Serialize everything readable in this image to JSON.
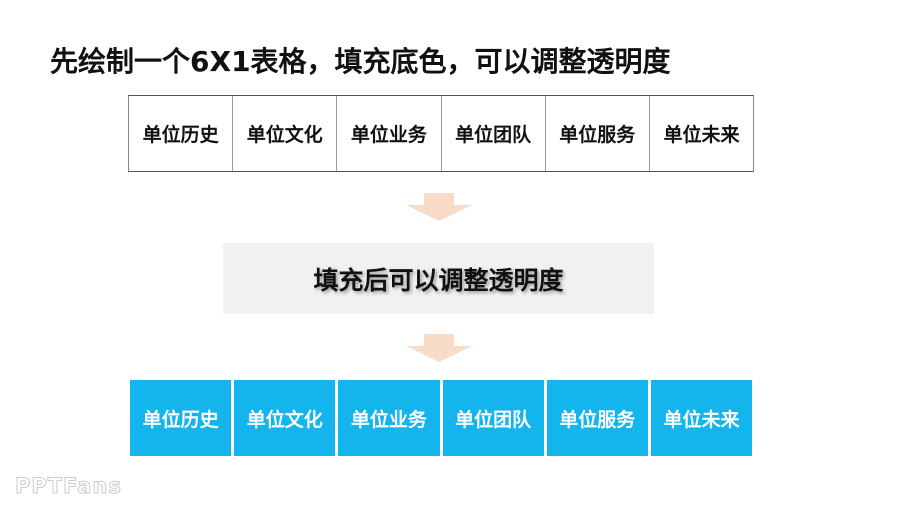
{
  "title": "先绘制一个6X1表格，填充底色，可以调整透明度",
  "table_top": [
    "单位历史",
    "单位文化",
    "单位业务",
    "单位团队",
    "单位服务",
    "单位未来"
  ],
  "middle_label": "填充后可以调整透明度",
  "table_bottom": [
    "单位历史",
    "单位文化",
    "单位业务",
    "单位团队",
    "单位服务",
    "单位未来"
  ],
  "watermark": "PPTFans",
  "colors": {
    "fill": "#14b4ec",
    "arrow": "#f9dcc8",
    "box": "#f1f1f1"
  }
}
